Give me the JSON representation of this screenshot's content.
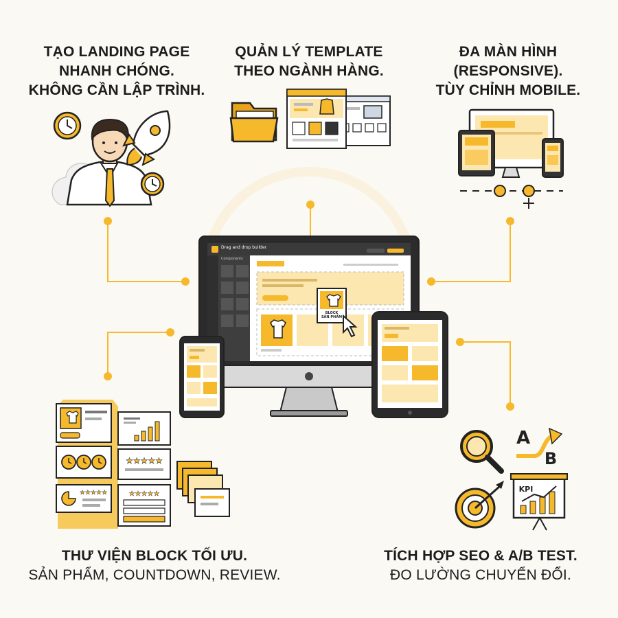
{
  "features": {
    "top_left": {
      "lines": [
        "TẠO LANDING PAGE",
        "NHANH CHÓNG.",
        "KHÔNG CẦN LẬP TRÌNH."
      ],
      "icons": [
        "businessman-icon",
        "rocket-icon",
        "clock-icon"
      ]
    },
    "top_center": {
      "lines": [
        "QUẢN LÝ TEMPLATE",
        "THEO NGÀNH HÀNG."
      ],
      "icons": [
        "folder-icon",
        "template-preview-icon"
      ]
    },
    "top_right": {
      "lines": [
        "ĐA MÀN HÌNH",
        "(RESPONSIVE).",
        "TÙY CHỈNH MOBILE."
      ],
      "icons": [
        "desktop-icon",
        "tablet-icon",
        "phone-icon",
        "slider-icon"
      ]
    },
    "bottom_left": {
      "title": "THƯ VIỆN BLOCK TỐI ƯU.",
      "subtitle": "SẢN PHẨM, COUNTDOWN, REVIEW.",
      "icons": [
        "product-block-icon",
        "chart-block-icon",
        "countdown-block-icon",
        "review-block-icon",
        "form-block-icon",
        "stacked-cards-icon"
      ]
    },
    "bottom_right": {
      "title": "TÍCH HỢP SEO & A/B TEST.",
      "subtitle": "ĐO LƯỜNG CHUYỂN ĐỔI.",
      "icons": [
        "magnifier-icon",
        "ab-test-icon",
        "target-icon",
        "kpi-board-icon"
      ]
    }
  },
  "builder": {
    "app_title": "Drag and drop builder",
    "panel_label": "Components",
    "block_label_1": "BLOCK",
    "block_label_2": "SẢN PHẨM",
    "kpi_label": "KPI",
    "ab_a": "A",
    "ab_b": "B"
  },
  "colors": {
    "accent": "#f6b92c",
    "accent_light": "#fde7b0",
    "outline": "#222222",
    "screen_dark": "#3a3a3a",
    "background": "#fbf9f4"
  }
}
